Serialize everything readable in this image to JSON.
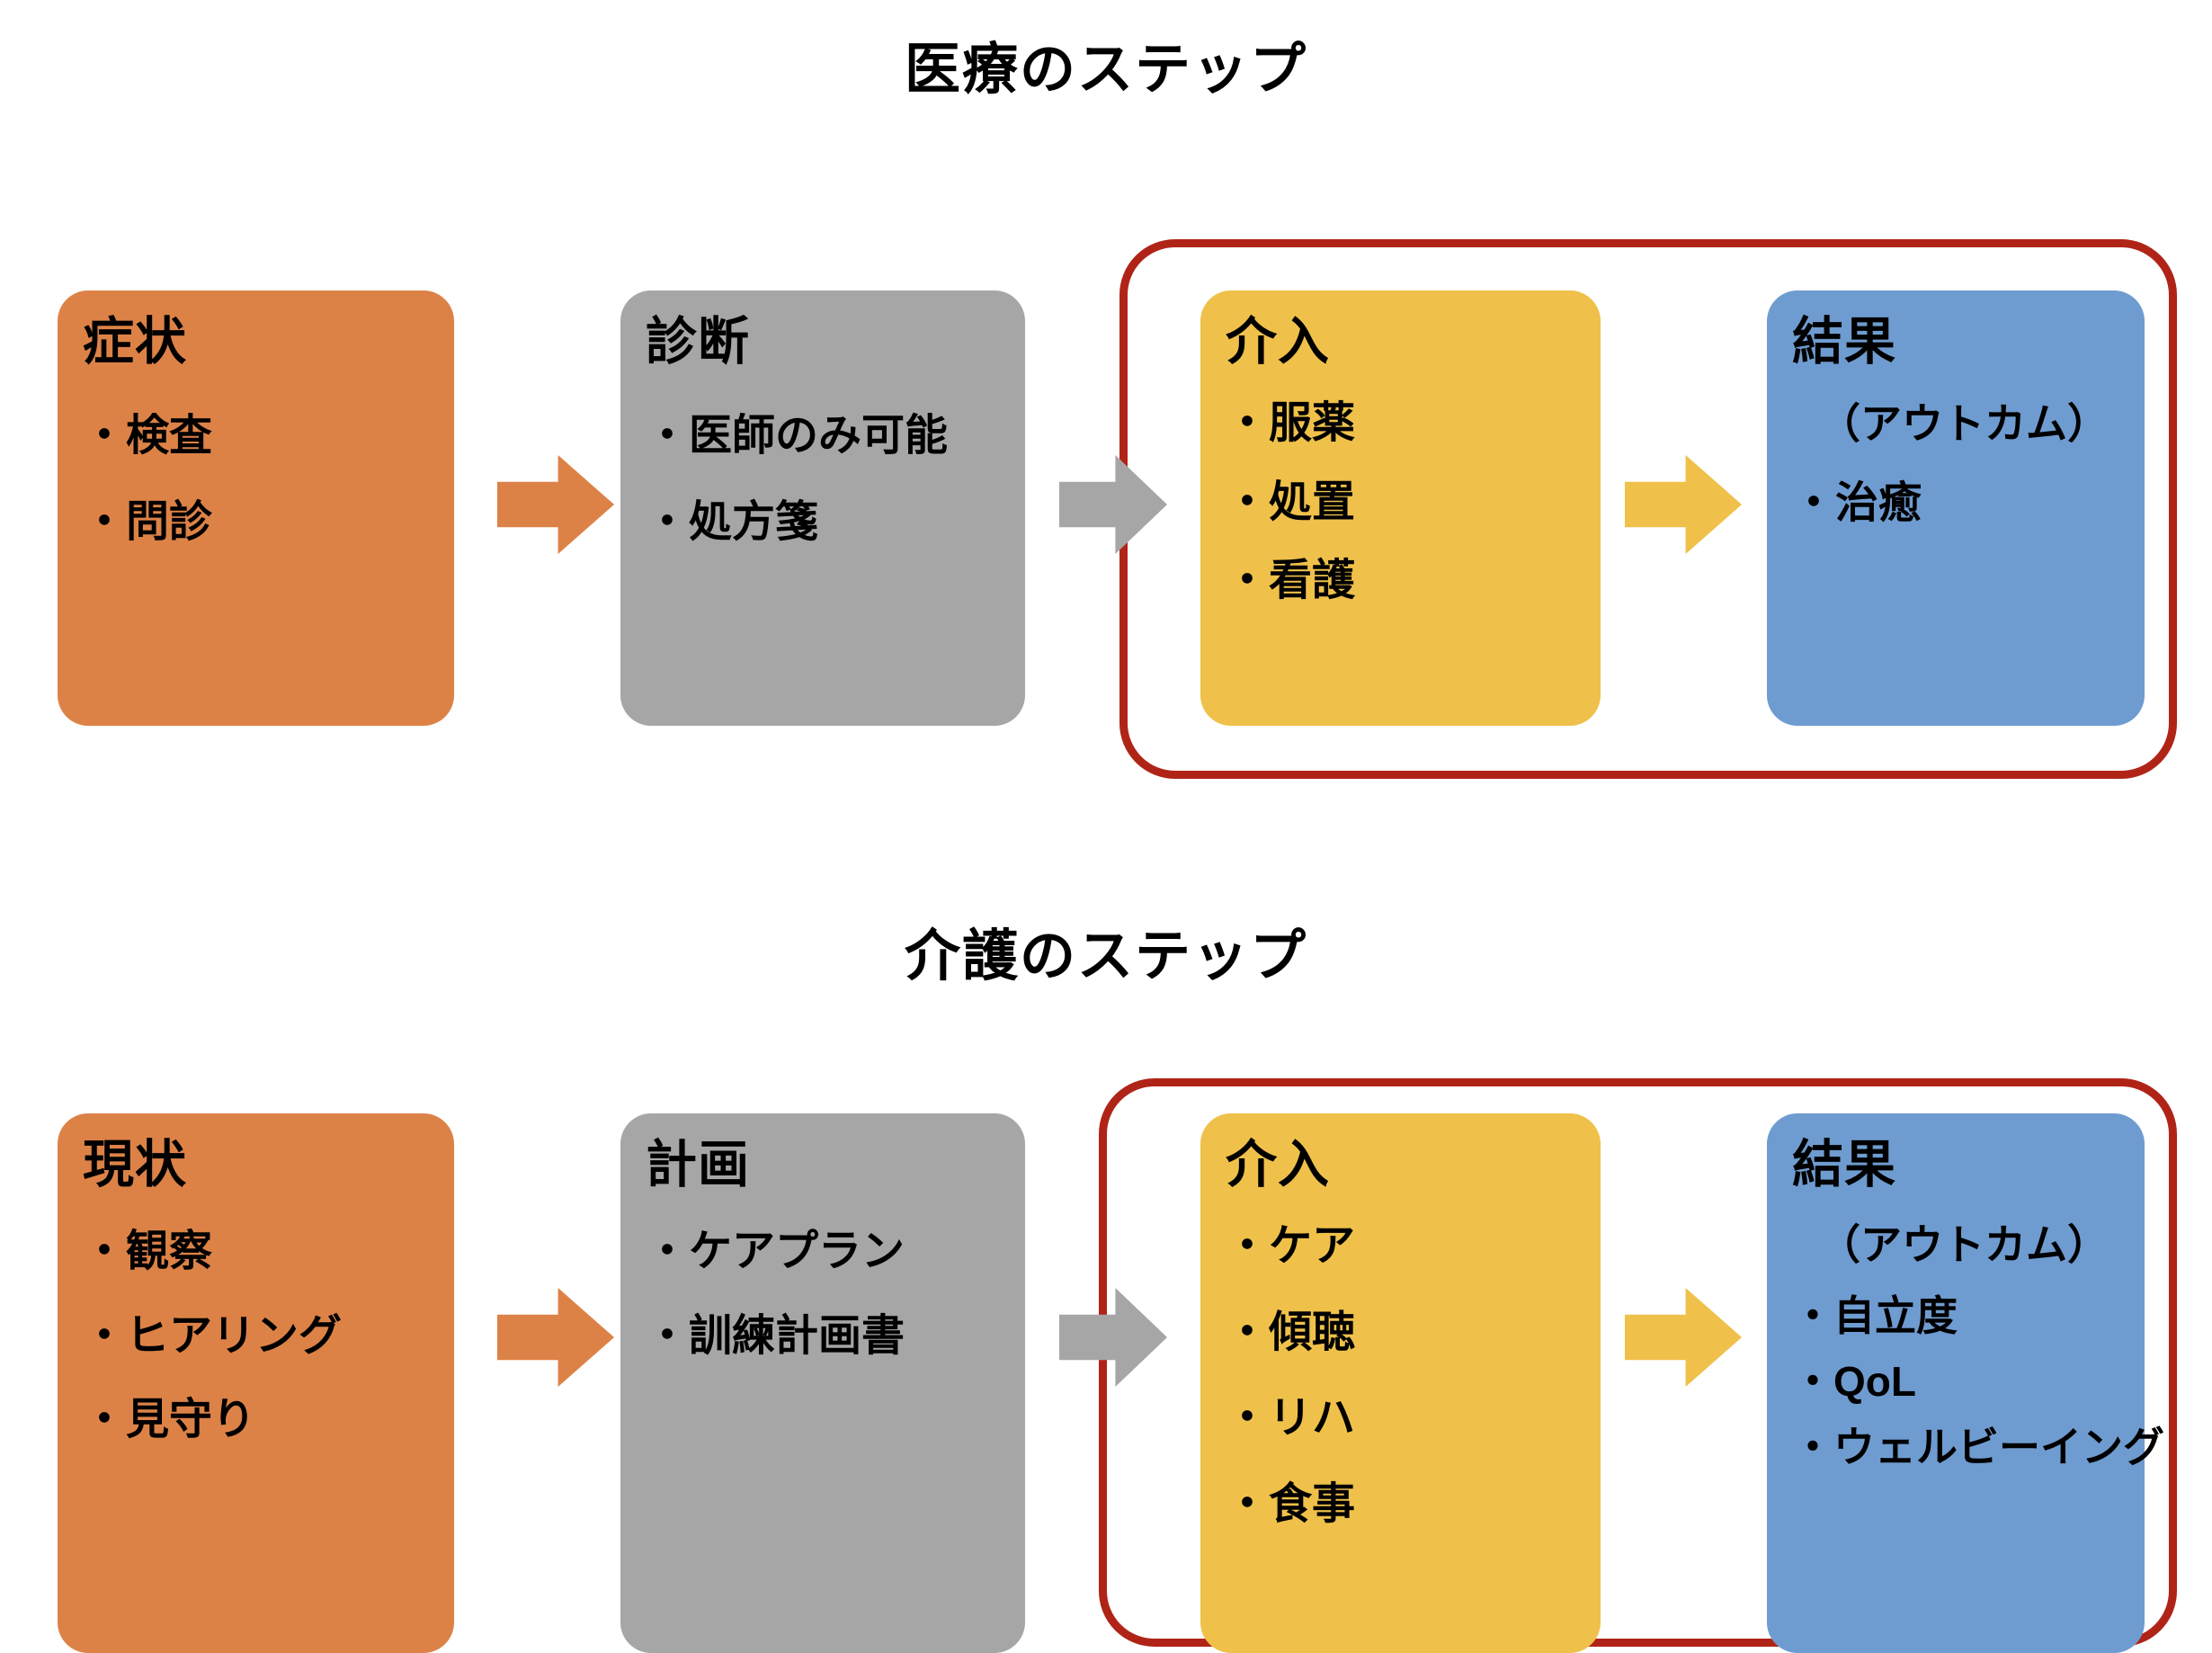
{
  "sections": [
    {
      "id": "medical",
      "title": "医療のステップ",
      "group_outline_color": "#B02418",
      "steps": [
        {
          "name": "symptom",
          "title": "症状",
          "subtitle": "",
          "color": "#DD8247",
          "bullets": [
            "・検査",
            "・問診"
          ]
        },
        {
          "name": "diagnosis",
          "title": "診断",
          "subtitle": "",
          "color": "#A6A6A6",
          "bullets": [
            "・医師のみ可能",
            "・処方箋"
          ]
        },
        {
          "name": "intervention",
          "title": "介入",
          "subtitle": "",
          "color": "#EFC14A",
          "bullets": [
            "・服薬",
            "・処置",
            "・看護"
          ]
        },
        {
          "name": "outcome",
          "title": "結果",
          "subtitle": "（アウトカム）",
          "color": "#6F9CD0",
          "bullets": [
            "・治癒"
          ]
        }
      ],
      "arrows": [
        {
          "name": "arrow-symptom-to-diagnosis",
          "color": "#DD8247"
        },
        {
          "name": "arrow-diagnosis-to-intervention",
          "color": "#A6A6A6"
        },
        {
          "name": "arrow-intervention-to-outcome",
          "color": "#EFC14A"
        }
      ]
    },
    {
      "id": "care",
      "title": "介護のステップ",
      "group_outline_color": "#B02418",
      "steps": [
        {
          "name": "current-state",
          "title": "現状",
          "subtitle": "",
          "color": "#DD8247",
          "bullets": [
            "・観察",
            "・ヒアリング",
            "・見守り"
          ]
        },
        {
          "name": "plan",
          "title": "計画",
          "subtitle": "",
          "color": "#A6A6A6",
          "bullets": [
            "・ケアプラン",
            "・訓練計画書"
          ]
        },
        {
          "name": "intervention",
          "title": "介入",
          "subtitle": "",
          "color": "#EFC14A",
          "bullets": [
            "・ケア",
            "・傾聴",
            "・リハ",
            "・食事"
          ]
        },
        {
          "name": "outcome",
          "title": "結果",
          "subtitle": "（アウトカム）",
          "color": "#6F9CD0",
          "bullets": [
            "・自立度",
            "・QoL",
            "・ウェルビーイング"
          ]
        }
      ],
      "arrows": [
        {
          "name": "arrow-current-to-plan",
          "color": "#DD8247"
        },
        {
          "name": "arrow-plan-to-intervention",
          "color": "#A6A6A6"
        },
        {
          "name": "arrow-intervention-to-outcome",
          "color": "#EFC14A"
        }
      ]
    }
  ],
  "colors": {
    "background": "#FFFFFF",
    "text": "#000000",
    "orange": "#DD8247",
    "gray": "#A6A6A6",
    "yellow": "#EFC14A",
    "blue": "#6F9CD0",
    "outline_red": "#B02418"
  }
}
